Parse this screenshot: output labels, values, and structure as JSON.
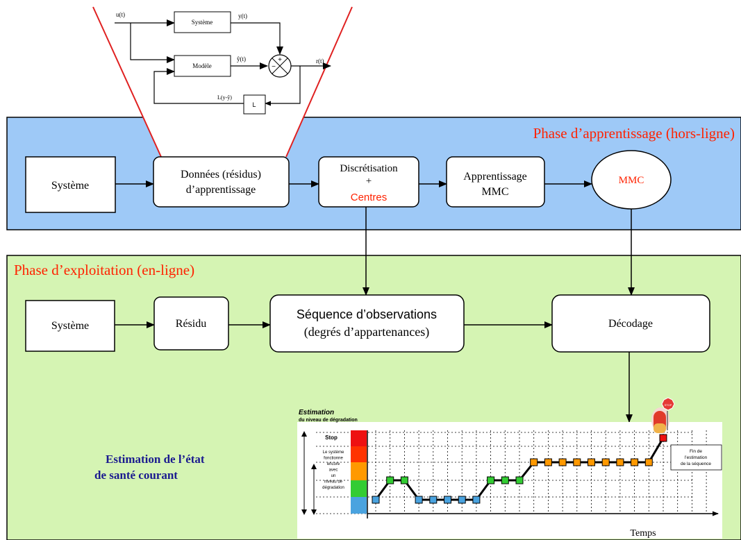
{
  "inset": {
    "u": "u(t)",
    "y": "y(t)",
    "yhat": "ŷ(t)",
    "r": "r(t)",
    "systeme": "Système",
    "modele": "Modèle",
    "gain_expr": "L(y-ŷ)",
    "gain": "L",
    "plus": "+",
    "minus": "−"
  },
  "learning": {
    "title": "Phase d’apprentissage  (hors-ligne)",
    "systeme": "Système",
    "donnees_line1": "Données (résidus)",
    "donnees_line2": "d’apprentissage",
    "discret_line1": "Discrétisation",
    "discret_plus": "+",
    "discret_line3": "Centres",
    "apprent_line1": "Apprentissage",
    "apprent_line2": "MMC",
    "mmc": "MMC"
  },
  "exploitation": {
    "title": "Phase d’exploitation (en-ligne)",
    "systeme": "Système",
    "residu": "Résidu",
    "sequence_line1": "Séquence d’observations",
    "sequence_line2": "(degrés d’appartenances)",
    "decodage": "Décodage"
  },
  "health": {
    "line1": "Estimation de l’état",
    "line2": "de santé courant"
  },
  "chart_data": {
    "type": "line",
    "title": "Estimation",
    "subtitle": "du niveau de dégradation",
    "xlabel": "Temps",
    "ylabel_stop": "Stop",
    "ylabel_lines": [
      "Le système",
      "fonctionne",
      "encore",
      "avec",
      "un",
      "niveau de",
      "dégradation"
    ],
    "annotation_lines": [
      "Fin de",
      "l’estimation",
      "de la séquence"
    ],
    "level_colors": [
      "#4aa3df",
      "#33cc33",
      "#ff9900",
      "#ff3300",
      "#ee1111"
    ],
    "levels": [
      0,
      1,
      1,
      0,
      0,
      0,
      0,
      0,
      1,
      1,
      1,
      2,
      2,
      2,
      2,
      2,
      2,
      2,
      2,
      2,
      4
    ]
  },
  "colors": {
    "learning_bg": "#9ec9f7",
    "exploit_bg": "#d5f4b3",
    "accent_red": "#ff2200",
    "health_blue": "#1a1a8f"
  }
}
